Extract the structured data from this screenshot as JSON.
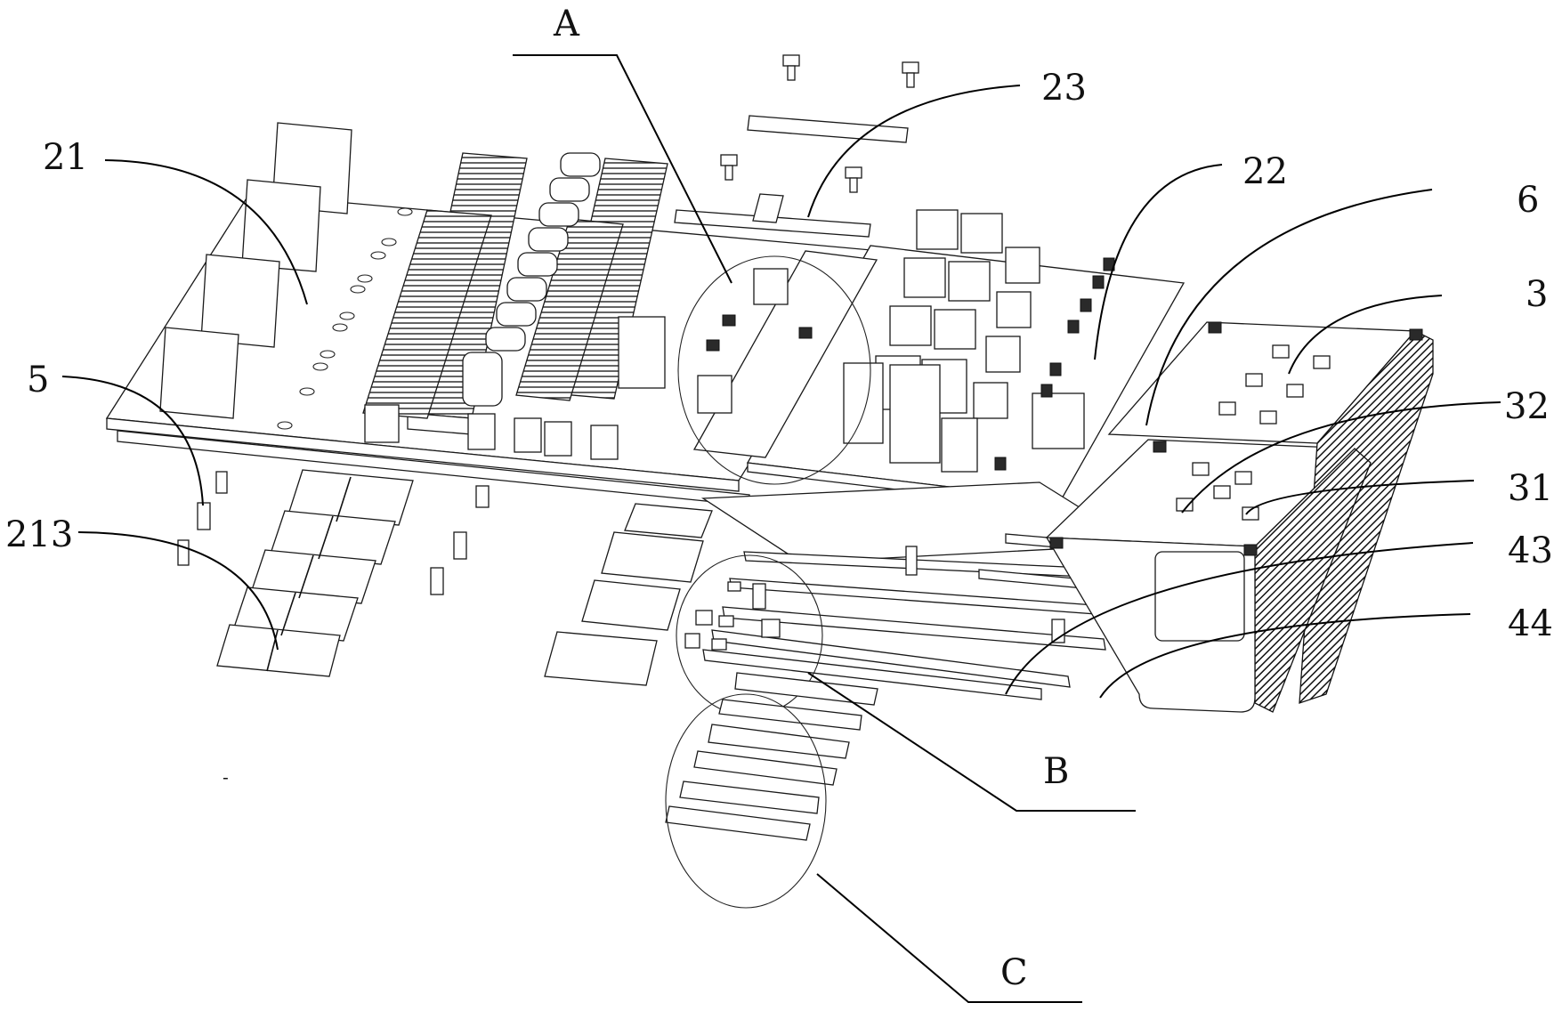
{
  "figure": {
    "type": "exploded-view patent drawing",
    "reference_labels": {
      "detail_a": "A",
      "detail_b": "B",
      "detail_c": "C",
      "part_21": "21",
      "part_22": "22",
      "part_23": "23",
      "part_6": "6",
      "part_3": "3",
      "part_5": "5",
      "part_32": "32",
      "part_31": "31",
      "part_213": "213",
      "part_43": "43",
      "part_44": "44"
    },
    "stray_mark": "-"
  }
}
